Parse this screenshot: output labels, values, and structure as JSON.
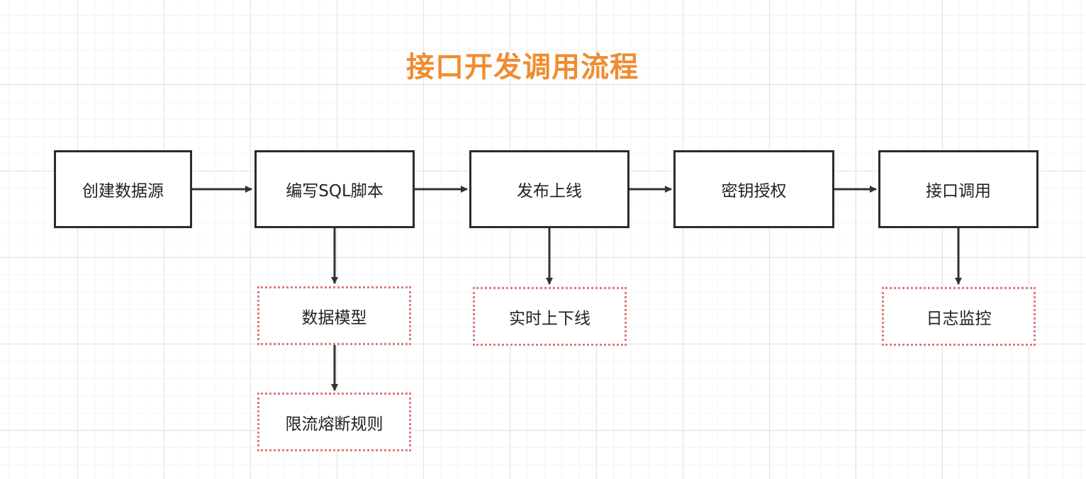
{
  "diagram": {
    "title": "接口开发调用流程",
    "colors": {
      "title": "#f08c30",
      "main_border": "#2b2b2b",
      "sub_border": "#e07a7a",
      "arrow": "#333333"
    },
    "main_steps": [
      {
        "label": "创建数据源"
      },
      {
        "label": "编写SQL脚本"
      },
      {
        "label": "发布上线"
      },
      {
        "label": "密钥授权"
      },
      {
        "label": "接口调用"
      }
    ],
    "sub_steps": [
      {
        "label": "数据模型",
        "parent": "编写SQL脚本"
      },
      {
        "label": "限流熔断规则",
        "parent": "数据模型"
      },
      {
        "label": "实时上下线",
        "parent": "发布上线"
      },
      {
        "label": "日志监控",
        "parent": "接口调用"
      }
    ]
  }
}
